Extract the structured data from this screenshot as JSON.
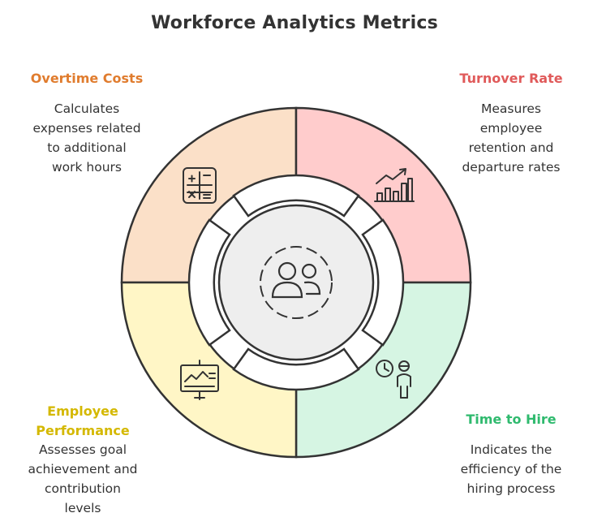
{
  "title": "Workforce Analytics Metrics",
  "colors": {
    "overtime": "#e07c2e",
    "turnover": "#e05a5a",
    "time_to_hire": "#2fba6e",
    "performance": "#d4b800",
    "overtime_fill": "#fbe0c8",
    "turnover_fill": "#ffcccc",
    "time_to_hire_fill": "#d6f5e3",
    "performance_fill": "#fff6c6",
    "center_fill": "#eeeeee",
    "stroke": "#333333"
  },
  "segments": {
    "overtime": {
      "label": "Overtime Costs",
      "desc": [
        "Calculates",
        "expenses related",
        "to additional",
        "work hours"
      ],
      "icon": "calculator-icon"
    },
    "turnover": {
      "label": "Turnover Rate",
      "desc": [
        "Measures",
        "employee",
        "retention and",
        "departure rates"
      ],
      "icon": "bar-chart-trend-icon"
    },
    "time_to_hire": {
      "label": "Time to Hire",
      "desc": [
        "Indicates the",
        "efficiency of the",
        "hiring process"
      ],
      "icon": "clock-person-icon"
    },
    "performance": {
      "label_lines": [
        "Employee",
        "Performance"
      ],
      "desc": [
        "Assesses goal",
        "achievement and",
        "contribution",
        "levels"
      ],
      "icon": "presentation-board-icon"
    }
  },
  "center": {
    "icon": "users-group-icon"
  }
}
